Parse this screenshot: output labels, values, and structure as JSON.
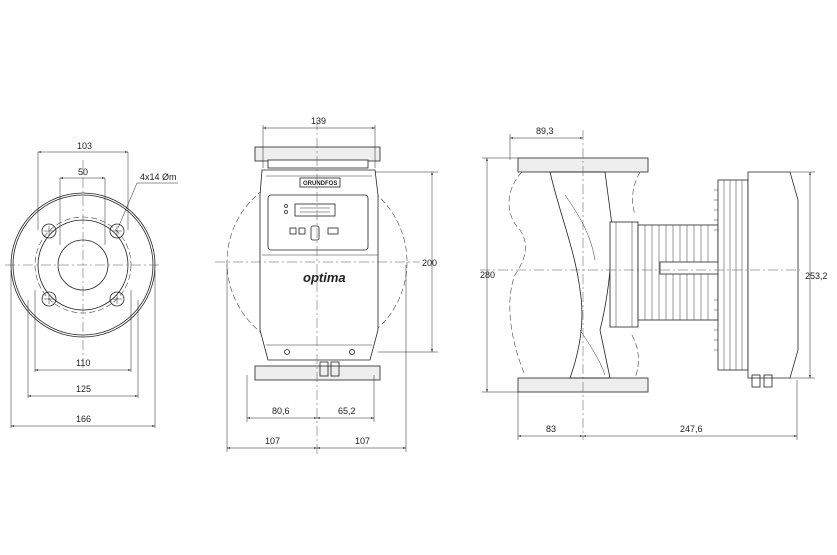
{
  "front_view": {
    "dims": {
      "top_outer": "103",
      "top_inner": "50",
      "bolt_holes": "4x14 Øm",
      "bottom_1": "110",
      "bottom_2": "125",
      "bottom_3": "166"
    }
  },
  "middle_view": {
    "dims": {
      "top": "139",
      "right": "200",
      "left_half": "80,6",
      "right_half": "65,2",
      "bottom_left": "107",
      "bottom_right": "107"
    },
    "brand_text": "optima",
    "label_top": "GRUNDFOS"
  },
  "side_view": {
    "dims": {
      "top": "89,3",
      "height": "280",
      "right_height": "253,2",
      "bottom_left": "83",
      "bottom_right": "247,6"
    }
  }
}
